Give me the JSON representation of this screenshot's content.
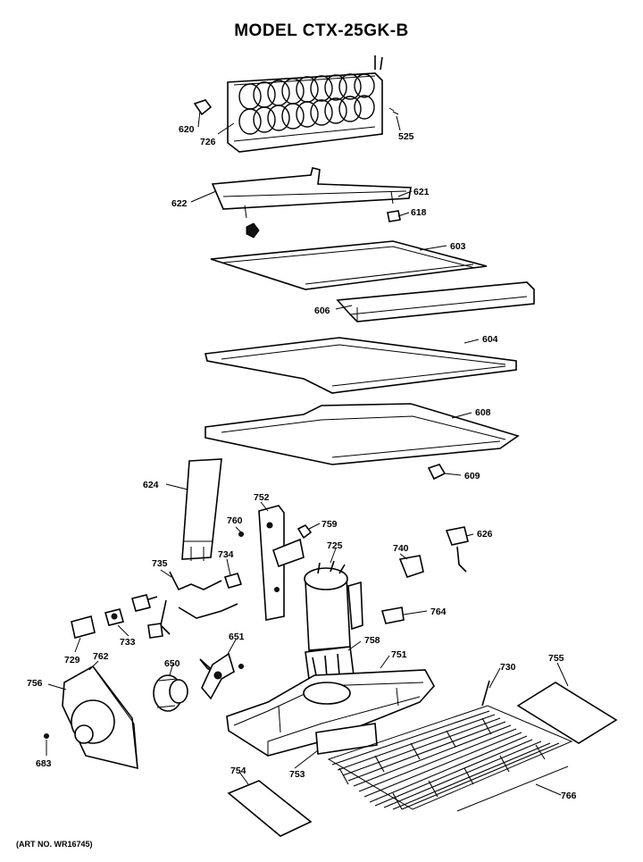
{
  "title": "MODEL CTX-25GK-B",
  "art_number": "(ART NO. WR16745)",
  "callouts": {
    "p620": "620",
    "p726": "726",
    "p525": "525",
    "p622": "622",
    "p621": "621",
    "p618": "618",
    "p603": "603",
    "p606": "606",
    "p604": "604",
    "p608": "608",
    "p609": "609",
    "p624": "624",
    "p752": "752",
    "p760": "760",
    "p759": "759",
    "p626": "626",
    "p725": "725",
    "p740": "740",
    "p735": "735",
    "p734": "734",
    "p764": "764",
    "p729": "729",
    "p733": "733",
    "p651": "651",
    "p758": "758",
    "p751": "751",
    "p730": "730",
    "p755": "755",
    "p756": "756",
    "p762": "762",
    "p650": "650",
    "p683": "683",
    "p754": "754",
    "p753": "753",
    "p766": "766"
  }
}
